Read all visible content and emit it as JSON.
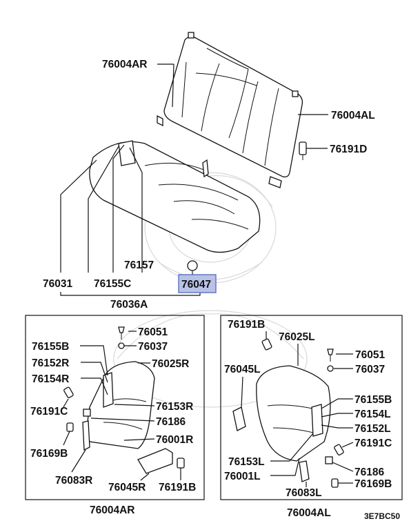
{
  "labels": {
    "seatback_right": "76004AR",
    "seatback_left": "76004AL",
    "hinge_bolt_d": "76191D",
    "cushion_set": "76036A",
    "cushion_cover": "76031",
    "cushion_trim_c": "76155C",
    "cushion_bracket": "76157",
    "cushion_clip": "76047",
    "r_screw": "76051",
    "r_clip": "76037",
    "r_trim_b": "76155B",
    "r_cover": "76025R",
    "r_hinge": "76152R",
    "r_bracket": "76154R",
    "r_trim": "76153R",
    "r_bolt_c": "76191C",
    "r_stopper": "76186",
    "r_frame": "76001R",
    "r_bolt_b": "76169B",
    "r_hook": "76083R",
    "r_lock": "76045R",
    "r_bolt": "76191B",
    "r_assembly": "76004AR",
    "l_bolt": "76191B",
    "l_cover": "76025L",
    "l_screw": "76051",
    "l_lock": "76045L",
    "l_clip": "76037",
    "l_trim_b": "76155B",
    "l_bracket": "76154L",
    "l_hinge": "76152L",
    "l_bolt_c": "76191C",
    "l_trim": "76153L",
    "l_stopper": "76186",
    "l_frame": "76001L",
    "l_bolt_b": "76169B",
    "l_hook": "76083L",
    "l_assembly": "76004AL"
  },
  "highlight_color": "#b9c2e6",
  "diagram_code": "3E7BC50"
}
